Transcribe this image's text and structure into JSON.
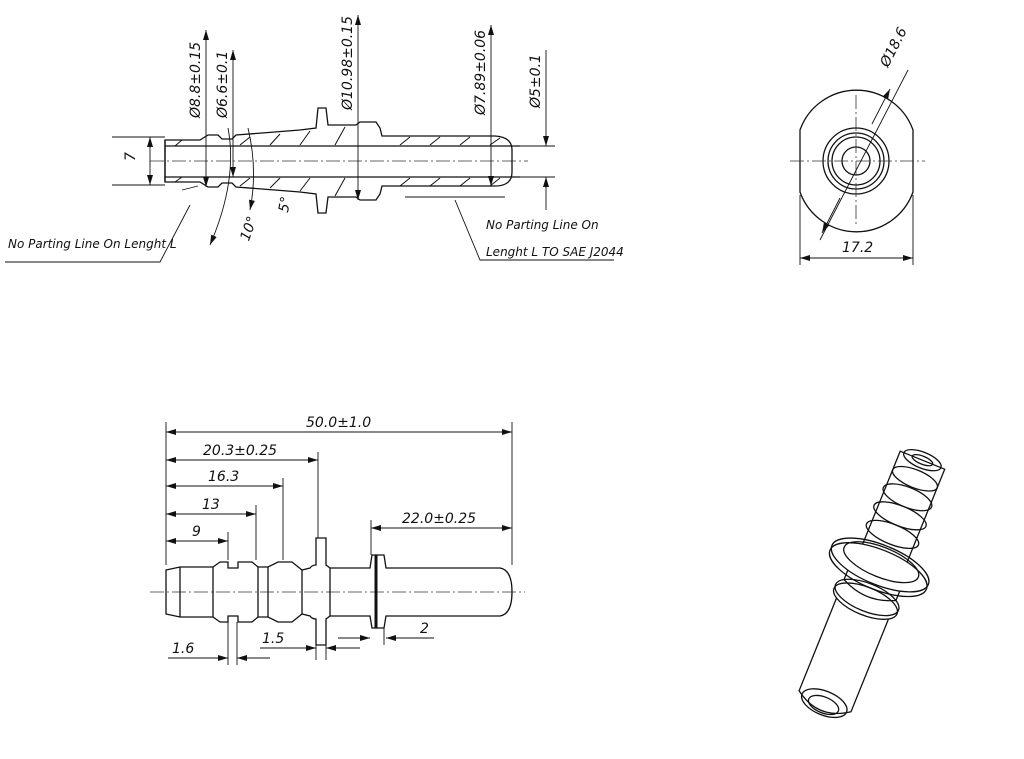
{
  "section_view": {
    "dims": {
      "d_8_8": "Ø8.8±0.15",
      "d_6_6": "Ø6.6±0.1",
      "d_10_98": "Ø10.98±0.15",
      "d_7_89": "Ø7.89±0.06",
      "d_5": "Ø5±0.1",
      "len_7": "7",
      "angle_10": "10°",
      "angle_5": "5°"
    },
    "note_left": "No Parting Line  On Lenght L",
    "note_right_1": "No Parting Line  On",
    "note_right_2": "Lenght L  TO SAE J2044"
  },
  "end_view": {
    "dia": "Ø18.6",
    "width": "17.2"
  },
  "side_view": {
    "dims": {
      "overall": "50.0±1.0",
      "d_20_3": "20.3±0.25",
      "d_16_3": "16.3",
      "d_13": "13",
      "d_9": "9",
      "d_22": "22.0±0.25",
      "d_1_6": "1.6",
      "d_1_5": "1.5",
      "d_2": "2"
    }
  }
}
